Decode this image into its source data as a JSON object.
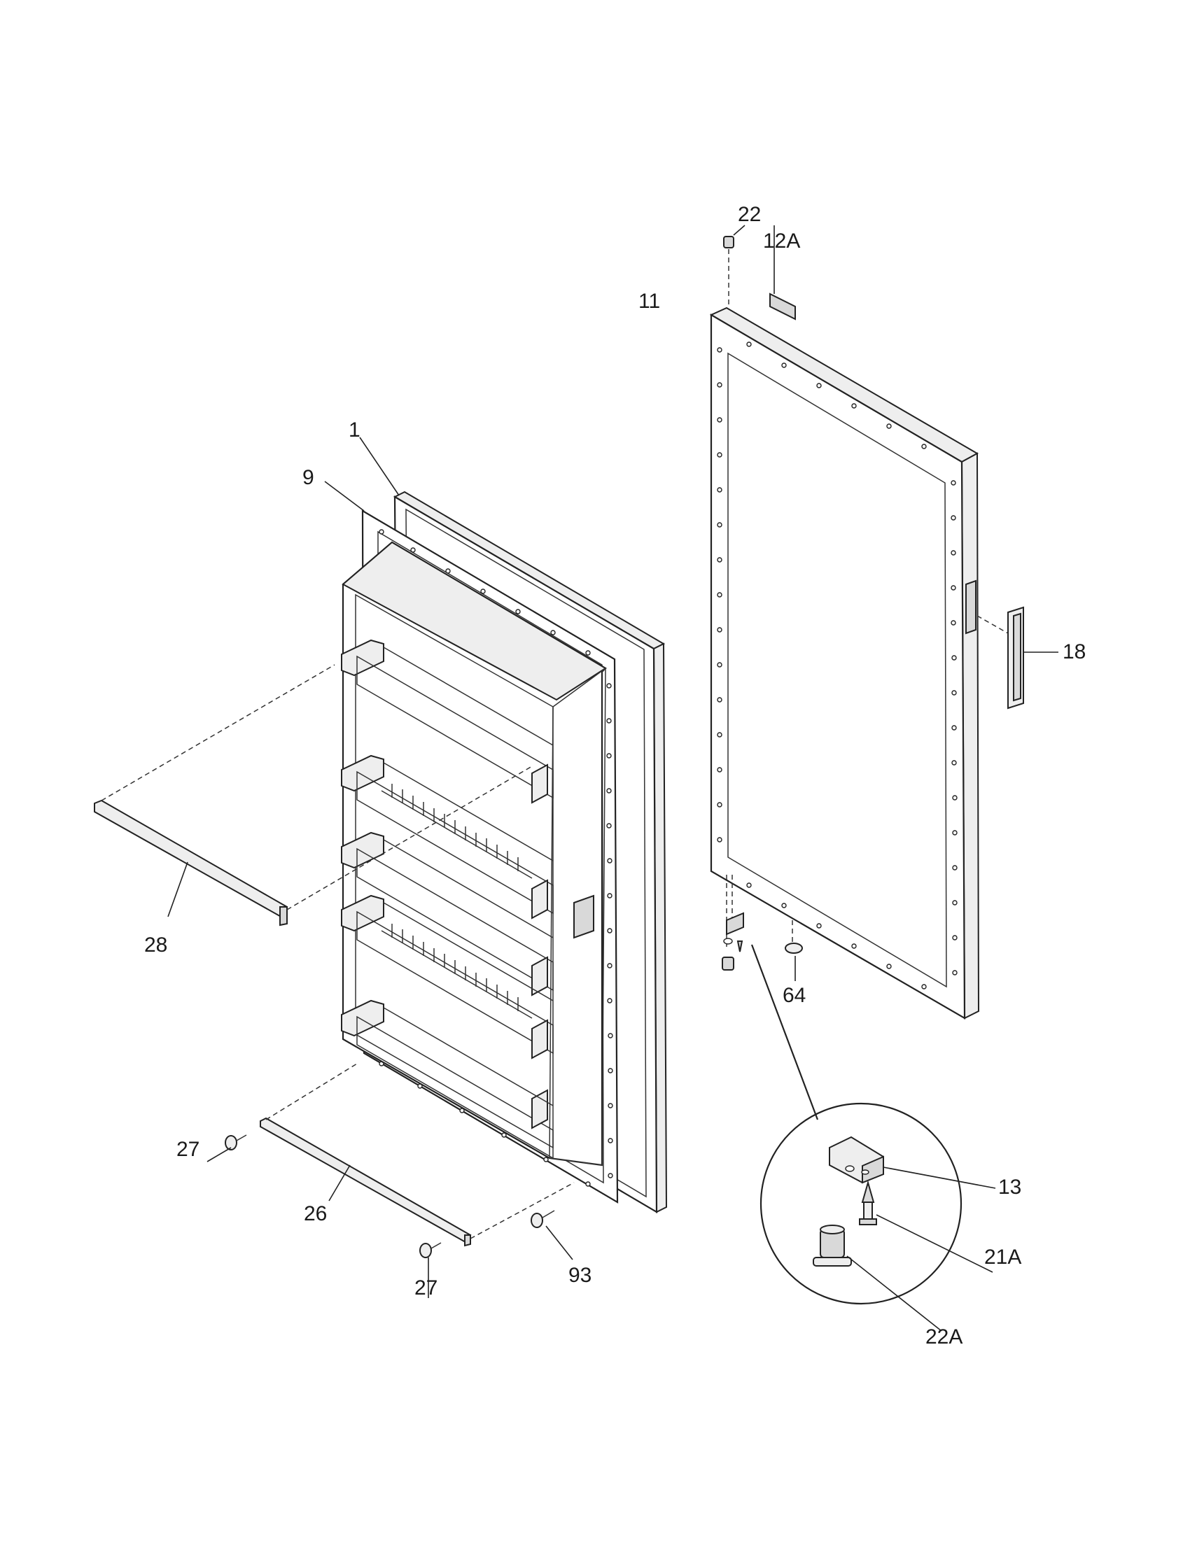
{
  "callouts": {
    "p1": "1",
    "p9": "9",
    "p11": "11",
    "p12A": "12A",
    "p13": "13",
    "p18": "18",
    "p21A": "21A",
    "p22": "22",
    "p22A": "22A",
    "p26": "26",
    "p27a": "27",
    "p27b": "27",
    "p28": "28",
    "p64": "64",
    "p93": "93"
  }
}
